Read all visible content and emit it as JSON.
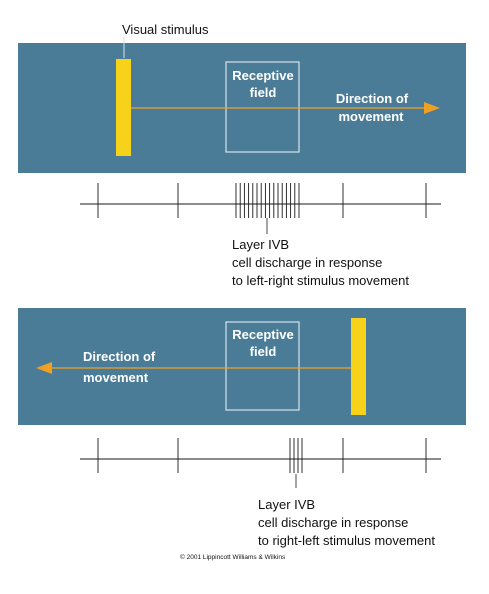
{
  "colors": {
    "panel": "#4a7c98",
    "panel_outline": "#d6e2ea",
    "stimulus_bar": "#f7d21a",
    "arrow": "#f0a023",
    "arrow_text": "#ffffff",
    "trace": "#1a1a1a",
    "caption": "#111111"
  },
  "top": {
    "stimulus_label": "Visual stimulus",
    "receptive_field_line1": "Receptive",
    "receptive_field_line2": "field",
    "direction_line1": "Direction of",
    "direction_line2": "movement",
    "caption_line1": "Layer IVB",
    "caption_line2": "cell discharge in response",
    "caption_line3": "to left-right stimulus movement"
  },
  "bottom": {
    "receptive_field_line1": "Receptive",
    "receptive_field_line2": "field",
    "direction_line1": "Direction of",
    "direction_line2": "movement",
    "caption_line1": "Layer IVB",
    "caption_line2": "cell discharge in response",
    "caption_line3": "to right-left stimulus movement"
  },
  "copyright": "© 2001 Lippincott Williams & Wilkins"
}
